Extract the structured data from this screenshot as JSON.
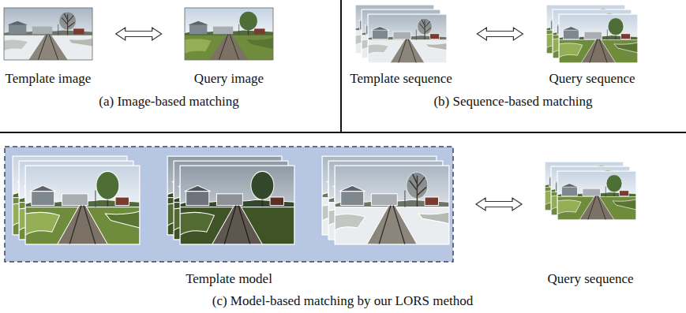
{
  "diagram": {
    "nodes": [
      {
        "text": [
          "Template image"
        ]
      },
      {
        "text": [
          "Query image"
        ]
      },
      {
        "text": [
          "Template sequence"
        ]
      },
      {
        "text": [
          "Query sequence"
        ]
      },
      {
        "text": [
          "Template model"
        ]
      },
      {
        "text": [
          "Query sequence"
        ]
      }
    ],
    "edges": [
      {
        "from": 0,
        "to": 1,
        "arrow": "both"
      },
      {
        "from": 2,
        "to": 3,
        "arrow": "both"
      },
      {
        "from": 4,
        "to": 5,
        "arrow": "both"
      }
    ],
    "labels": [
      "(a) Image-based matching",
      "(b) Sequence-based matching",
      "(c) Model-based matching by our LORS method"
    ]
  }
}
